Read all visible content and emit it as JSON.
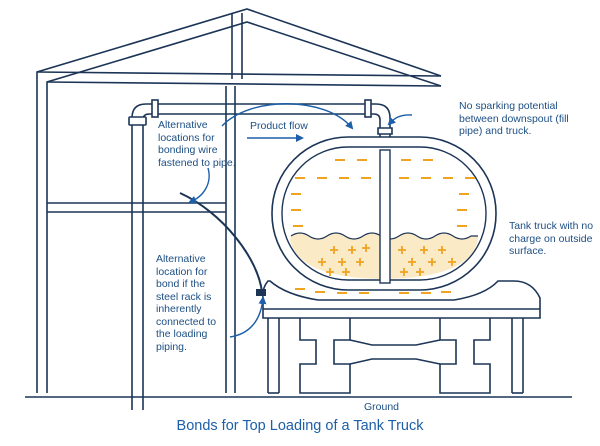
{
  "labels": {
    "bonding_wire": "Alternative locations for bonding wire fastened to pipe.",
    "product_flow": "Product flow",
    "no_sparking": "No sparking potential between downspout (fill pipe) and truck.",
    "tank_truck": "Tank truck with no charge on outside surface.",
    "steel_rack": "Alternative location for bond if the steel rack is inherently connected to the loading piping.",
    "ground": "Ground"
  },
  "caption": "Bonds for Top Loading of a Tank Truck",
  "colors": {
    "outline": "#1c3557",
    "label_text": "#1d4f84",
    "caption_text": "#1d5fa8",
    "arrow": "#1d5fa8",
    "liquid_fill": "#fbeac6",
    "charge_marks": "#f0a321"
  },
  "charges": {
    "negative_symbol": "−",
    "positive_symbol": "+"
  }
}
